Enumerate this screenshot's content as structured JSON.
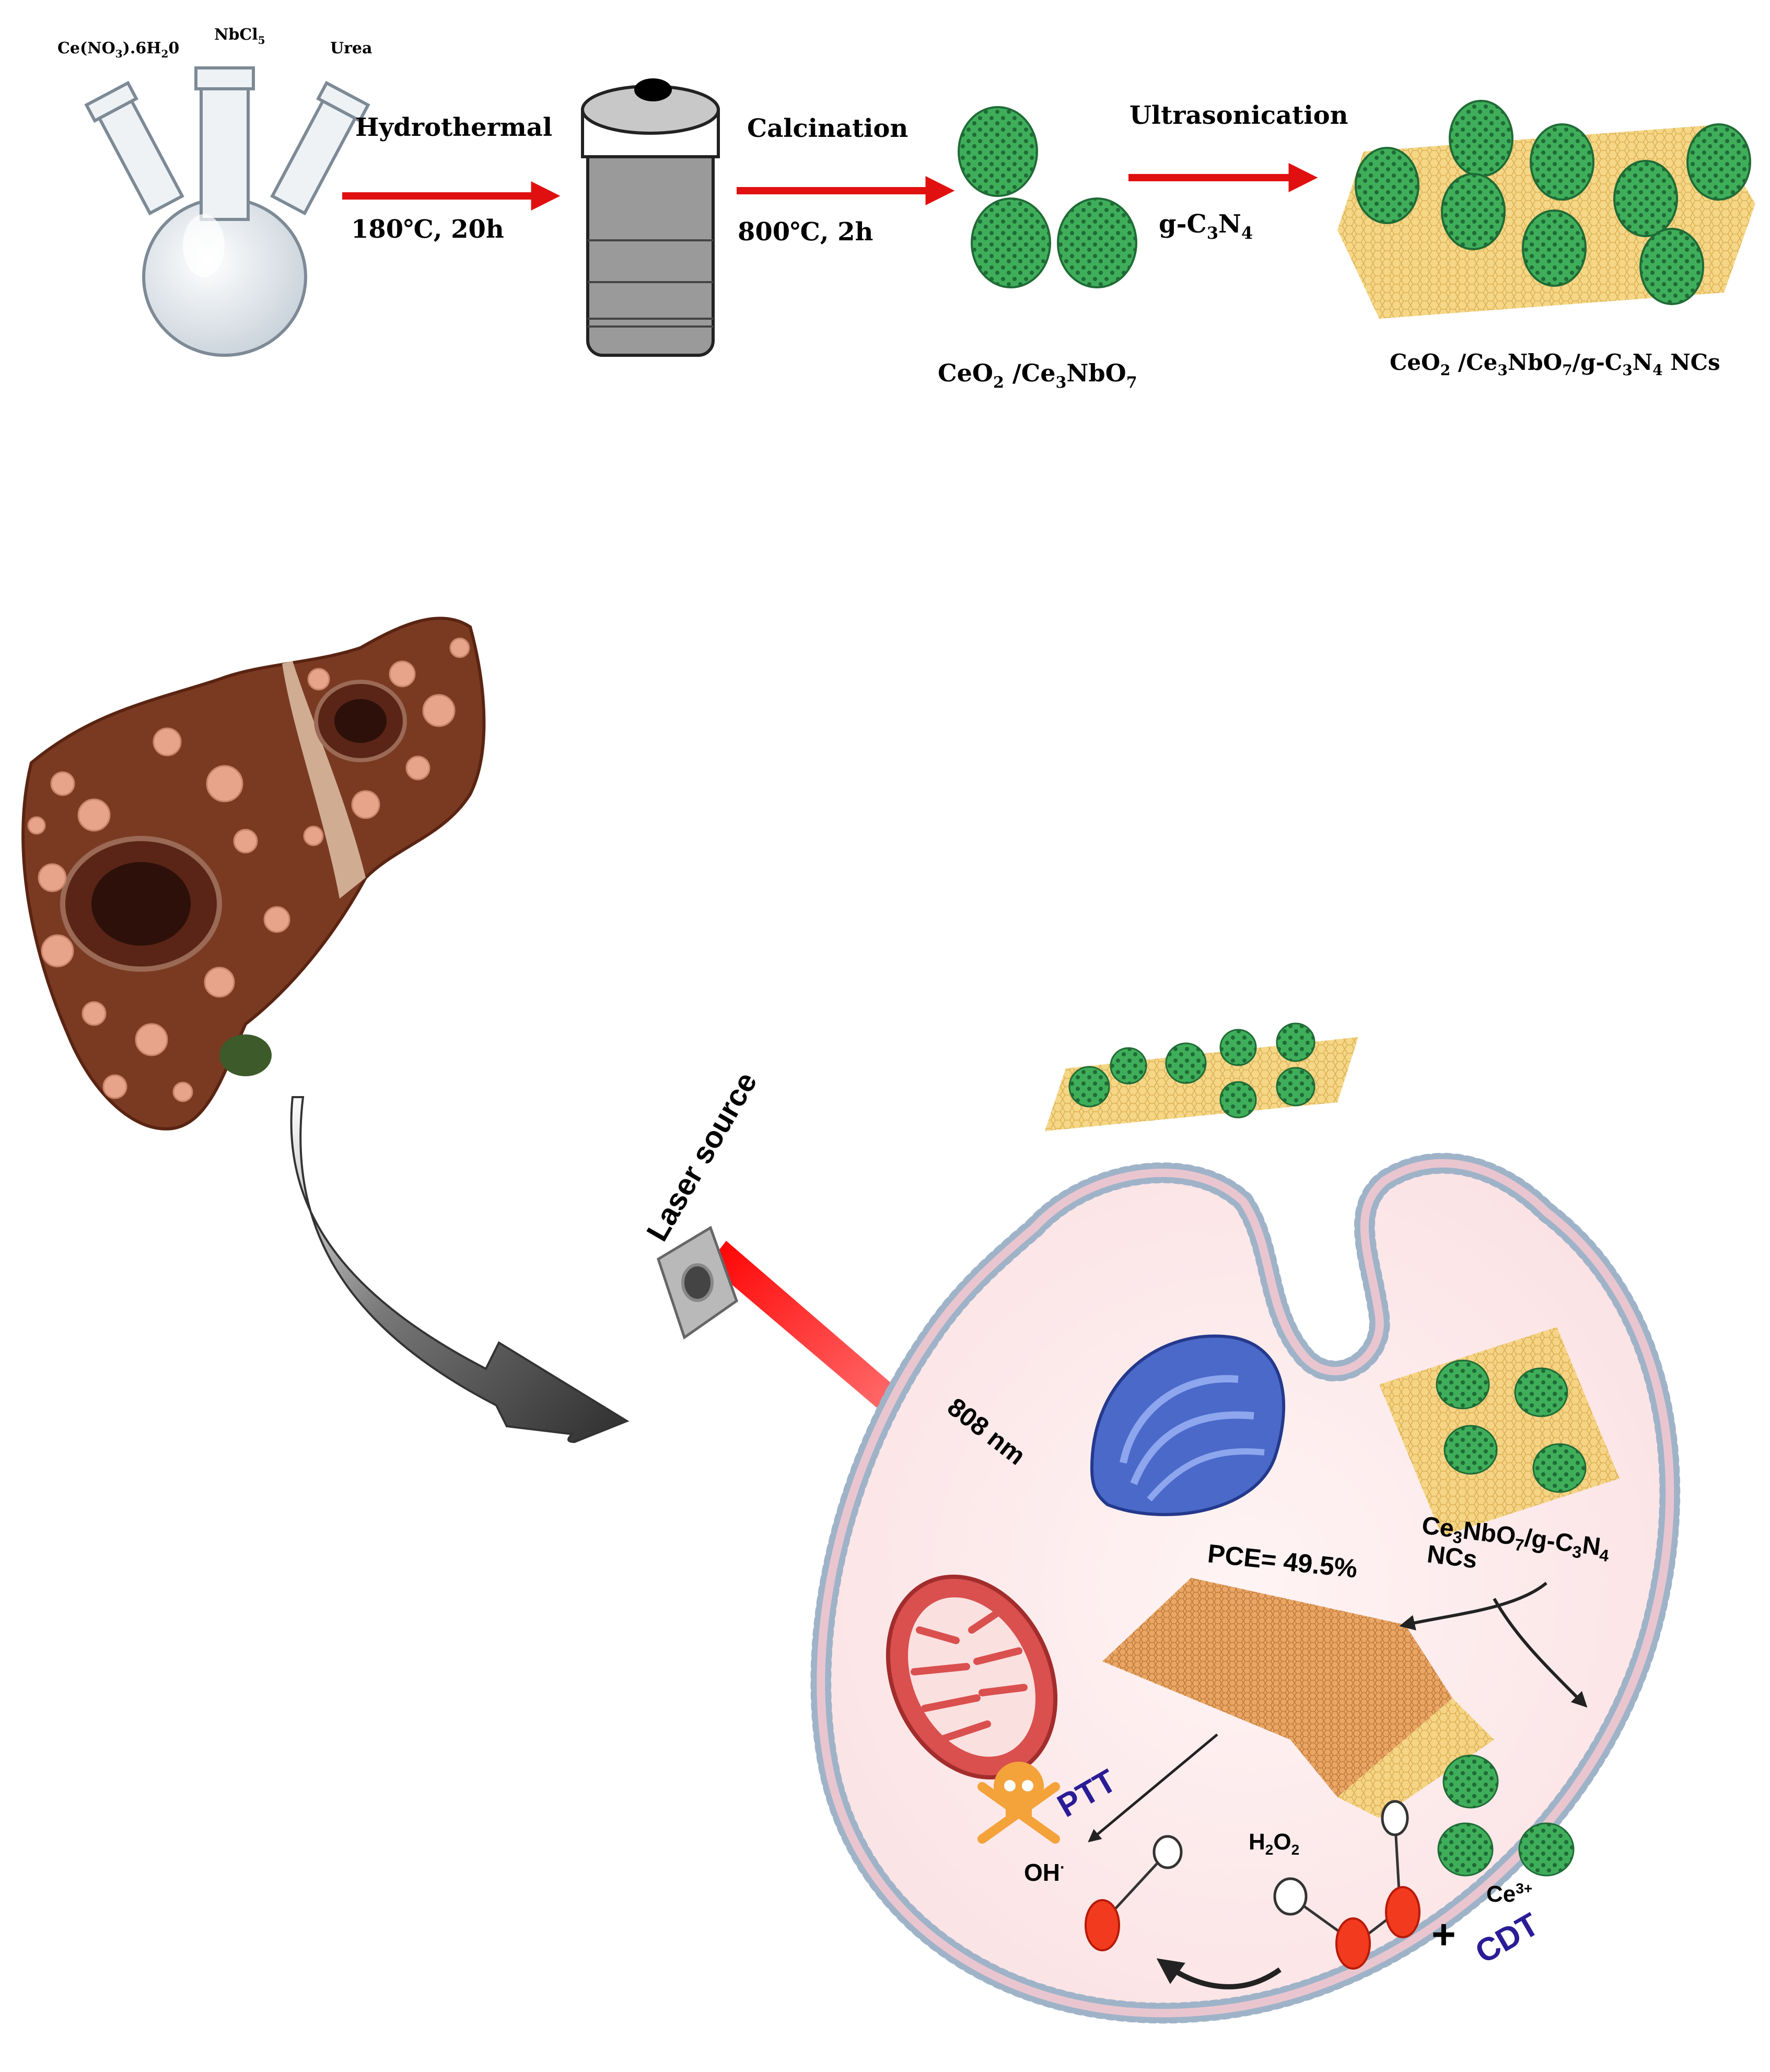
{
  "synthesis": {
    "reagents": {
      "r1": "Ce(NO",
      "r1_sub": "3",
      "r1_tail": ").6H",
      "r1_sub2": "2",
      "r1_end": "0",
      "r2": "NbCl",
      "r2_sub": "5",
      "r3": "Urea"
    },
    "step1": {
      "label": "Hydrothermal",
      "condition": "180℃, 20h"
    },
    "step2": {
      "label": "Calcination",
      "condition": "800℃, 2h"
    },
    "step3": {
      "label": "Ultrasonication",
      "reagent": "g-C",
      "reagent_sub1": "3",
      "reagent_mid": "N",
      "reagent_sub2": "4"
    },
    "product1": {
      "a": "CeO",
      "a_sub": "2",
      "b": " /Ce",
      "b_sub": "3",
      "c": "NbO",
      "c_sub": "7"
    },
    "product2": {
      "a": "CeO",
      "a_sub": "2",
      "b": " /Ce",
      "b_sub": "3",
      "c": "NbO",
      "c_sub": "7",
      "d": "/g-C",
      "d_sub": "3",
      "e": "N",
      "e_sub": "4",
      "f": " NCs"
    }
  },
  "therapy": {
    "laser": "Laser  source",
    "wavelength": "808 nm",
    "pce": "PCE= 49.5%",
    "nc_label_a": "Ce",
    "nc_label_a_sub": "3",
    "nc_label_b": "NbO",
    "nc_label_b_sub": "7",
    "nc_label_slash": "/",
    "nc_label_c": "g-C",
    "nc_label_c_sub": "3",
    "nc_label_d": "N",
    "nc_label_d_sub": "4",
    "nc_label_ncs": "NCs",
    "ptt": "PTT",
    "cdt": "CDT",
    "ce_ion": "Ce",
    "ce_ion_sup": "3+",
    "h2o2": "H",
    "h2o2_sub1": "2",
    "h2o2_mid": "O",
    "h2o2_sub2": "2",
    "oh": "OH",
    "oh_sup": "·",
    "plus": "+"
  },
  "colors": {
    "arrow_red": "#e01010",
    "particle_green": "#3fae5a",
    "sheet_yellow": "#f4d27a",
    "membrane_blue": "#9fb3c8",
    "cell_fill": "#fdecee",
    "liver_brown": "#7a3a22",
    "mitochondria_red": "#d9504f",
    "golgi_blue": "#4a69c9",
    "ptt_blue": "#2a1c96"
  },
  "icons": [
    "three-neck-flask-icon",
    "autoclave-icon",
    "liver-tumor-icon",
    "curved-arrow-icon",
    "laser-source-icon",
    "mitochondria-icon",
    "golgi-icon",
    "skull-crossbones-icon",
    "cell-membrane-icon"
  ]
}
